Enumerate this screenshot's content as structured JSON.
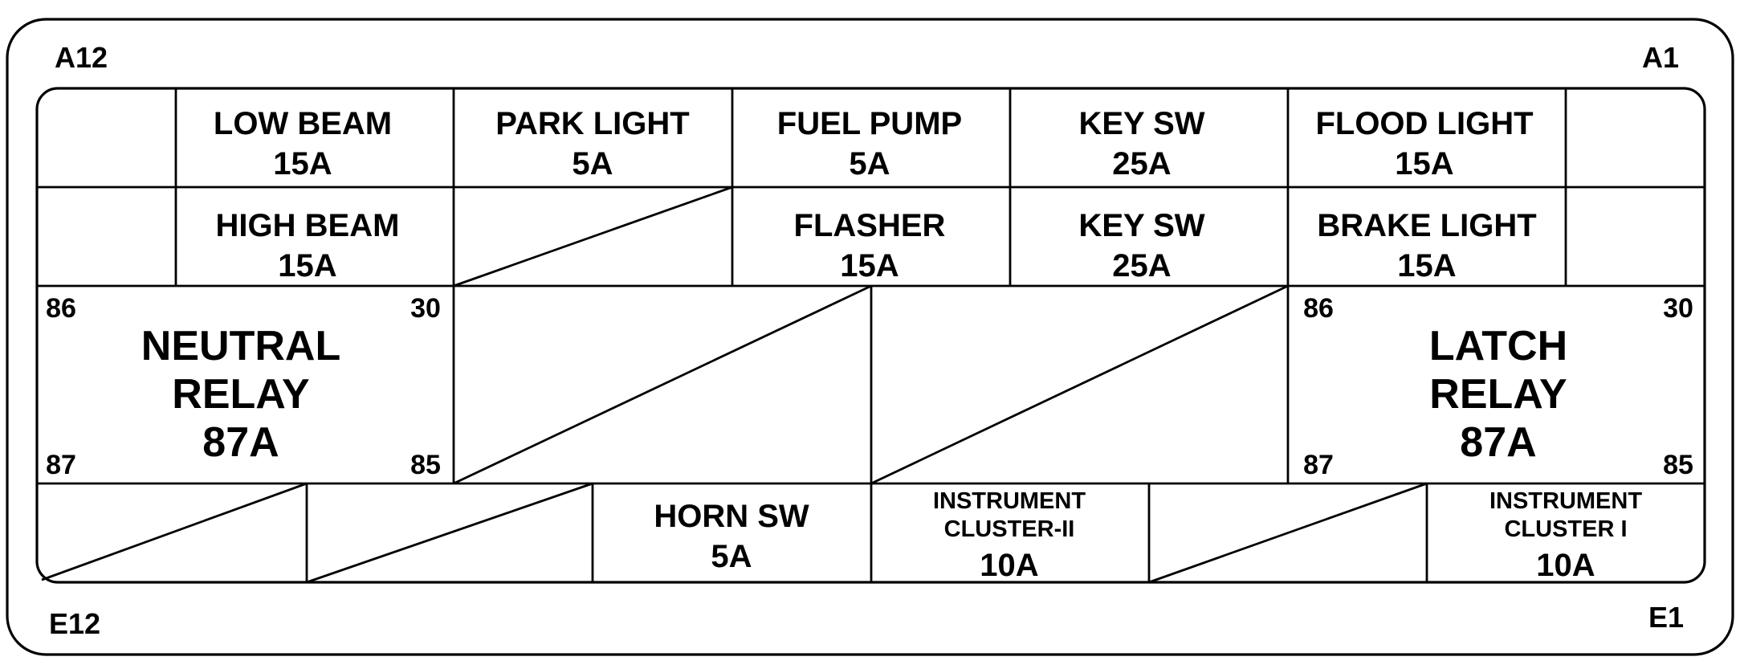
{
  "corners": {
    "top_left": "A12",
    "top_right": "A1",
    "bottom_left": "E12",
    "bottom_right": "E1"
  },
  "row1": [
    {
      "name": "LOW BEAM",
      "rating": "15A"
    },
    {
      "name": "PARK LIGHT",
      "rating": "5A"
    },
    {
      "name": "FUEL PUMP",
      "rating": "5A"
    },
    {
      "name": "KEY SW",
      "rating": "25A"
    },
    {
      "name": "FLOOD LIGHT",
      "rating": "15A"
    }
  ],
  "row2": [
    {
      "name": "HIGH BEAM",
      "rating": "15A"
    },
    {
      "name": "FLASHER",
      "rating": "15A"
    },
    {
      "name": "KEY SW",
      "rating": "25A"
    },
    {
      "name": "BRAKE LIGHT",
      "rating": "15A"
    }
  ],
  "relays": {
    "neutral": {
      "line1": "NEUTRAL",
      "line2": "RELAY",
      "line3": "87A",
      "pin_tl": "86",
      "pin_tr": "30",
      "pin_bl": "87",
      "pin_br": "85"
    },
    "latch": {
      "line1": "LATCH",
      "line2": "RELAY",
      "line3": "87A",
      "pin_tl": "86",
      "pin_tr": "30",
      "pin_bl": "87",
      "pin_br": "85"
    }
  },
  "row4": {
    "horn": {
      "name": "HORN SW",
      "rating": "5A"
    },
    "cluster2": {
      "line1": "INSTRUMENT",
      "line2": "CLUSTER-II",
      "rating": "10A"
    },
    "cluster1": {
      "line1": "INSTRUMENT",
      "line2": "CLUSTER I",
      "rating": "10A"
    }
  }
}
